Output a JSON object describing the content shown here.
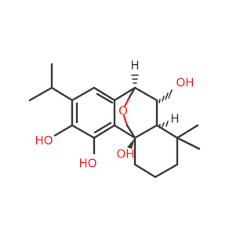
{
  "molecule": {
    "atom_labels": {
      "oh_a": "OH",
      "oh_b": "HO",
      "oh_c": "HO",
      "oh_d": "OH",
      "bridge_o": "O",
      "h_top": "H",
      "h_ring": "H"
    },
    "colors": {
      "bond": "#3a3a3a",
      "oxygen": "#e8312a"
    }
  }
}
